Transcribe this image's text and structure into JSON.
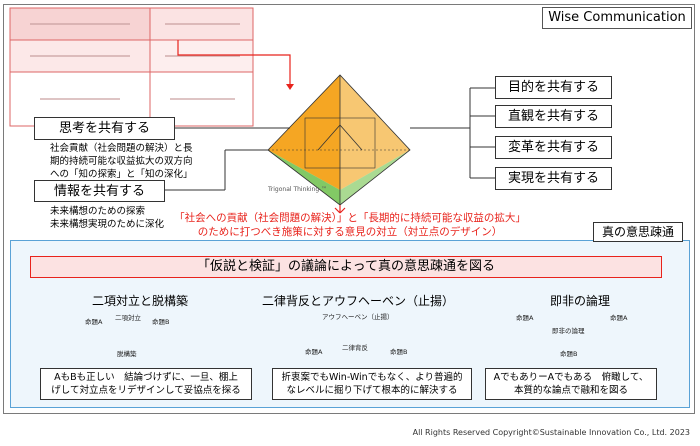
{
  "title": "Wise Communication",
  "left": {
    "share_thought": "思考を共有する",
    "thought_desc_1": "社会貢献（社会問題の解決）と長",
    "thought_desc_2": "期的持続可能な収益拡大の双方向",
    "thought_desc_3": "への「知の探索」と「知の深化」",
    "share_info": "情報を共有する",
    "info_desc_1": "未来構想のための探索",
    "info_desc_2": "未来構想実現のために深化"
  },
  "right": {
    "purpose": "目的を共有する",
    "intuition": "直観を共有する",
    "change": "変革を共有する",
    "realize": "実現を共有する"
  },
  "pyramid": {
    "caption": "Trigonal Thinking ™"
  },
  "red_note": {
    "line1": "「社会への貢献（社会問題の解決）」と「長期的に持続可能な収益の拡大」",
    "line2": "のために打つべき施策に対する意見の対立（対立点のデザイン）"
  },
  "truth": {
    "label": "真の意思疎通",
    "banner": "「仮説と検証」の議論によって真の意思疎通を図る",
    "col1_title": "二項対立と脱構築",
    "col2_title": "二律背反とアウフヘーベン（止揚）",
    "col3_title": "即非の論理",
    "col1_a": "命題A",
    "col1_b": "命題B",
    "col1_mid": "二項対立",
    "col1_out": "脱構築",
    "col2_top": "アウフヘーベン（止揚）",
    "col2_a": "命題A",
    "col2_b": "命題B",
    "col2_mid": "二律背反",
    "col3_a": "命題A",
    "col3_a2": "命題A",
    "col3_mid": "即非の論理",
    "col3_out": "命題B",
    "col1_desc_1": "AもBも正しい　結論づけずに、一旦、棚上",
    "col1_desc_2": "げして対立点をリデザインして妥協点を探る",
    "col2_desc_1": "折衷案でもWin-Winでもなく、より普遍的",
    "col2_desc_2": "なレベルに掘り下げて根本的に解決する",
    "col3_desc_1": "AでもありーAでもある　俯瞰して、",
    "col3_desc_2": "本質的な論点で融和を図る"
  },
  "copyright": "All Rights Reserved Copyright©Sustainable Innovation Co., Ltd. 2023",
  "colors": {
    "red": "#e8231c",
    "pyramid_orange": "#f5a623",
    "pyramid_green": "#6cbf4a",
    "blue_frame": "#5aa2d6"
  }
}
